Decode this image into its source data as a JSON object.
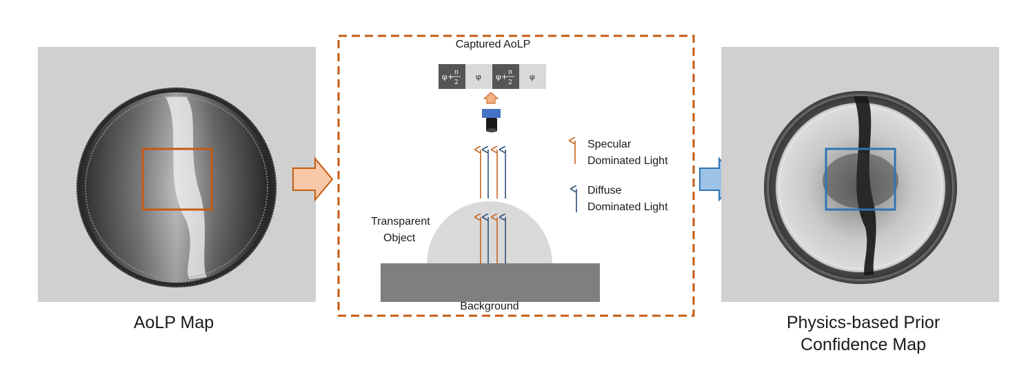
{
  "left_panel": {
    "caption": "AoLP Map"
  },
  "center_panel": {
    "title": "Captured AoLP",
    "aolp_cells": [
      {
        "symbol": "φ",
        "num": "π",
        "den": "2",
        "shade": "dark"
      },
      {
        "symbol": "φ",
        "shade": "light"
      },
      {
        "symbol": "φ",
        "num": "π",
        "den": "2",
        "shade": "dark"
      },
      {
        "symbol": "φ",
        "shade": "light"
      }
    ],
    "object_label_line1": "Transparent",
    "object_label_line2": "Object",
    "background_label": "Background",
    "legend": {
      "specular_line1": "Specular",
      "specular_line2": "Dominated Light",
      "diffuse_line1": "Diffuse",
      "diffuse_line2": "Dominated Light"
    }
  },
  "right_panel": {
    "caption_line1": "Physics-based Prior",
    "caption_line2": "Confidence Map"
  },
  "colors": {
    "specular_arrow": "#c8621e",
    "diffuse_arrow": "#2a4d7a",
    "dashed_border": "#c55a11",
    "orange_box": "#c55a11",
    "blue_box": "#2e75b6",
    "flow_arrow_left_fill": "#f8c8a8",
    "flow_arrow_right_fill": "#9dc3e6",
    "camera": "#4472c4"
  }
}
